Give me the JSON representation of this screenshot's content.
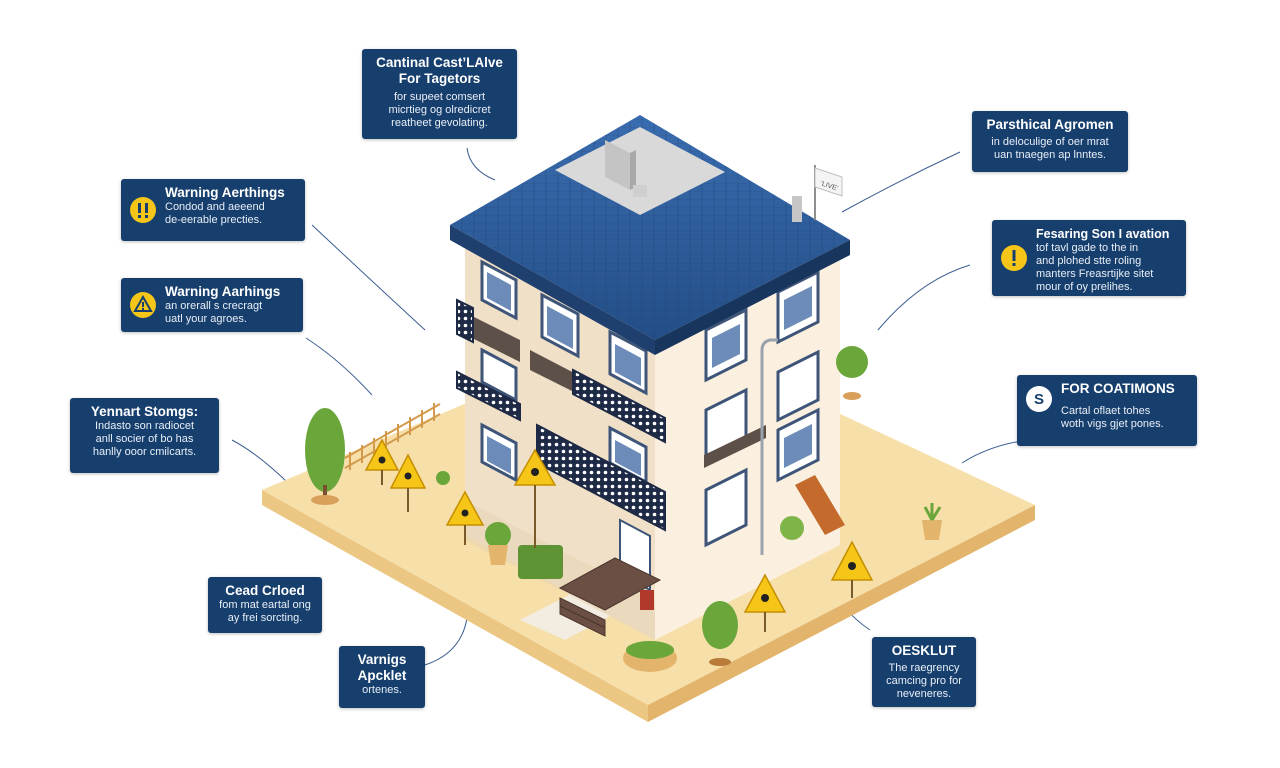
{
  "callouts": {
    "top_center": {
      "title": "Cantinal Cast’LAlve\nFor Tagetors",
      "body": "for supeet comsert\nmicrtieg og olredicret\nreatheet gevolating."
    },
    "warning_1": {
      "title": "Warning Aerthings",
      "body": "Condod and aeeend\nde-eerable precties.",
      "icon": "exclamation-icon",
      "color": "#f5c518"
    },
    "warning_2": {
      "title": "Warning Aarhings",
      "body": "an orerall s crecragt\nuatl your agroes.",
      "icon": "hazard-triangle-icon",
      "color": "#f5c518"
    },
    "yennart": {
      "title": "Yennart Stomgs:",
      "body": "Indasto son radiocet\nanll socier of bo has\nhanlly ooor cmilcarts."
    },
    "cead": {
      "title": "Cead Crloed",
      "body": "fom mat eartal ong\nay frei sorcting."
    },
    "varnings": {
      "title": "Varnigs\nApcklet",
      "body": "ortenes."
    },
    "parsthical": {
      "title": "Parsthical Agromen",
      "body": "in deloculige of oer mrat\nuan tnaegen ap lnntes."
    },
    "fesaring": {
      "title": "Fesaring Son I avation",
      "body": "tof tavl gade to the in\nand plohed stte roling\nmanters Freasrtijke sitet\nmour of oy prelihes.",
      "icon": "exclamation-icon",
      "color": "#f5c518"
    },
    "coatmons": {
      "title": "FOR COATIMONS",
      "body": "Cartal oflaet tohes\nwoth vigs gjet pones.",
      "icon": "dollar-icon"
    },
    "oeskut": {
      "title": "OESKLUT",
      "body": "The raegrency\ncamcing pro for\nneveneres."
    }
  },
  "colors": {
    "callout_bg": "#173f6e",
    "roof": "#2f5f9c",
    "wall": "#f3e6d2",
    "ground": "#f7dfa9",
    "hazard": "#f5c518",
    "plant": "#6aa63a"
  },
  "building_sign": "‘LIVE’"
}
